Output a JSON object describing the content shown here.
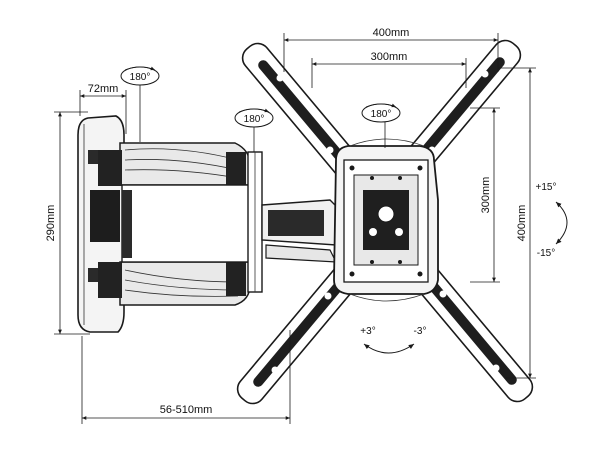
{
  "diagram": {
    "dimensions": {
      "vesa_width_outer": "400mm",
      "vesa_width_inner": "300mm",
      "vesa_height_outer": "400mm",
      "vesa_height_inner": "300mm",
      "plate_offset": "72mm",
      "wall_plate_height": "290mm",
      "extension": "56-510mm"
    },
    "rotations": {
      "wall_arm": "180°",
      "mid_arm": "180°",
      "head": "180°"
    },
    "tilt": {
      "up": "+15°",
      "down": "-15°"
    },
    "level": {
      "plus": "+3°",
      "minus": "-3°"
    }
  }
}
